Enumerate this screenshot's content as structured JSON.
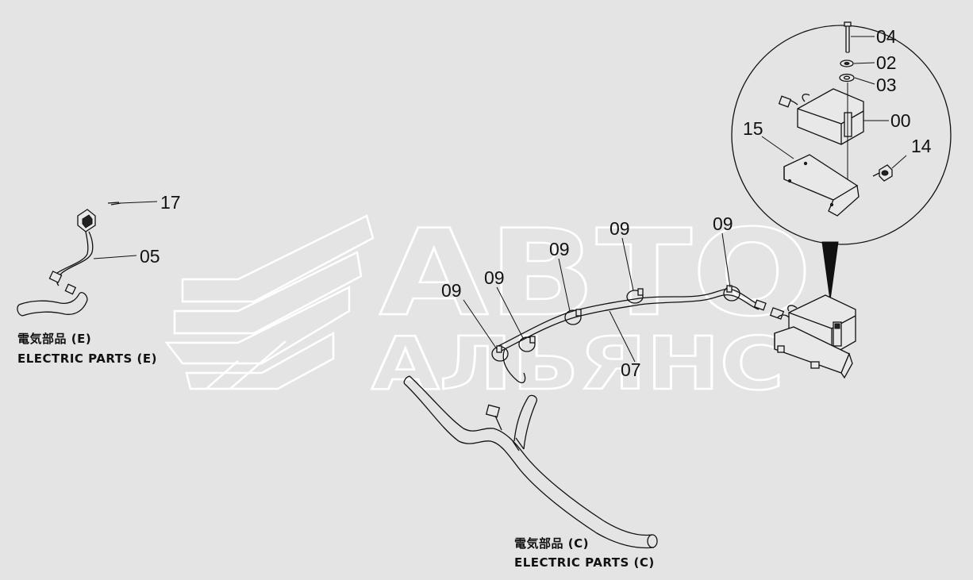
{
  "watermark": {
    "line1": "АВТО",
    "line2": "АЛЬЯНС"
  },
  "labels": {
    "p04": "04",
    "p02": "02",
    "p03": "03",
    "p00": "00",
    "p15": "15",
    "p14": "14",
    "p17": "17",
    "p05": "05",
    "p07": "07",
    "p09": "09"
  },
  "captions": {
    "left_jp": "電気部品 (E)",
    "left_en": "ELECTRIC PARTS (E)",
    "bottom_jp": "電気部品 (C)",
    "bottom_en": "ELECTRIC PARTS (C)"
  },
  "colors": {
    "background": "#e4e4e4",
    "line": "#111111",
    "watermark": "#ffffff"
  }
}
